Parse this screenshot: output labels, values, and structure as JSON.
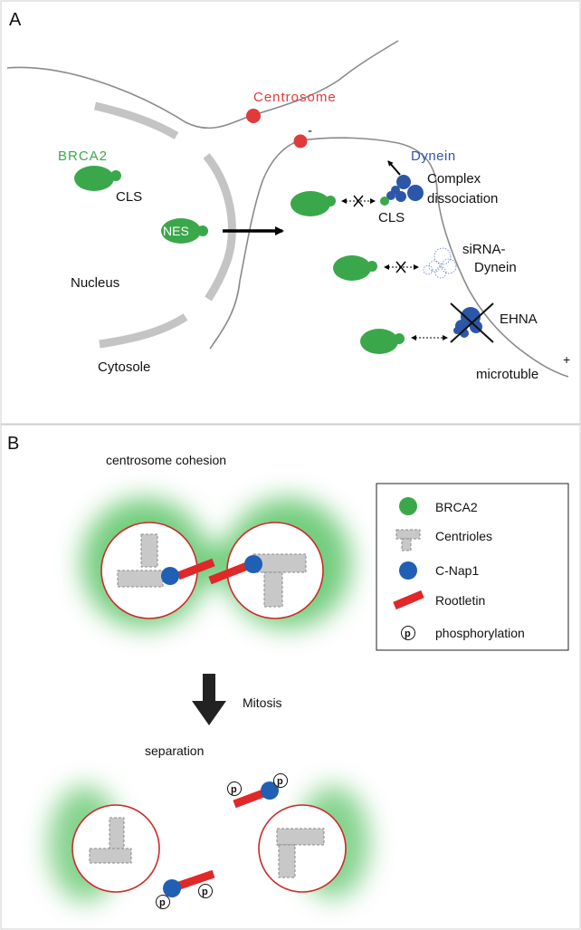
{
  "panel_a": {
    "letter": "A",
    "centrosome": "Centrosome",
    "minus_end": "-",
    "plus_end": "+",
    "brca2": "BRCA2",
    "cls_left": "CLS",
    "nes": "NES",
    "nucleus": "Nucleus",
    "cytosole": "Cytosole",
    "dynein": "Dynein",
    "complex_line1": "Complex",
    "complex_line2": "dissociation",
    "cls_right": "CLS",
    "sirna_line1": "siRNA-",
    "sirna_line2": "Dynein",
    "ehna": "EHNA",
    "microtubule": "microtuble"
  },
  "panel_b": {
    "letter": "B",
    "cohesion": "centrosome cohesion",
    "mitosis": "Mitosis",
    "separation": "separation",
    "p_symbol": "p",
    "legend": {
      "brca2": "BRCA2",
      "centrioles": "Centrioles",
      "cnap1": "C-Nap1",
      "rootletin": "Rootletin",
      "phosphorylation": "phosphorylation"
    }
  },
  "colors": {
    "brca2_green": "#3aa84a",
    "dynein_blue": "#2c57a8",
    "cnap1_blue": "#1f5fb4",
    "rootletin_red": "#e02828",
    "centrosome_red": "#e03a3a",
    "centriole_gray": "#c8c8c8",
    "membrane_gray": "#c4c4c4"
  }
}
